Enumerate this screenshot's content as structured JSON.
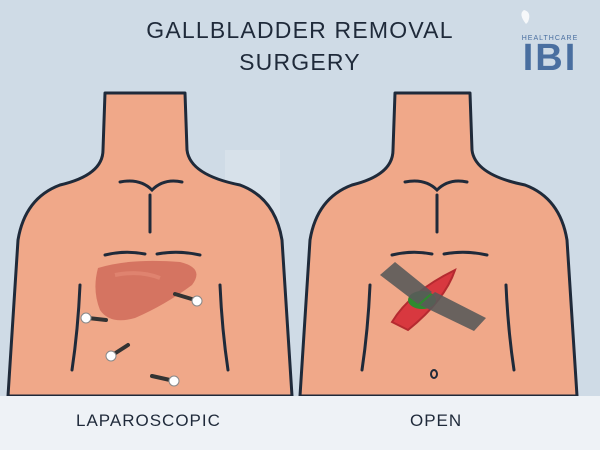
{
  "title_line1": "GALLBLADDER REMOVAL",
  "title_line2": "SURGERY",
  "logo": {
    "text": "IBI",
    "subtext": "HEALTHCARE"
  },
  "panels": [
    {
      "label": "LAPAROSCOPIC",
      "icon": "torso-with-ports"
    },
    {
      "label": "OPEN",
      "icon": "torso-with-incision"
    }
  ],
  "colors": {
    "background": "#cfdbe6",
    "skin": "#f0a889",
    "outline": "#1f2a3a",
    "liver": "#d06b5a",
    "wound": "#d8383f",
    "gallbladder": "#2f8a2f",
    "retractor": "#5a5a5a",
    "logo": "#4a6fa0"
  }
}
